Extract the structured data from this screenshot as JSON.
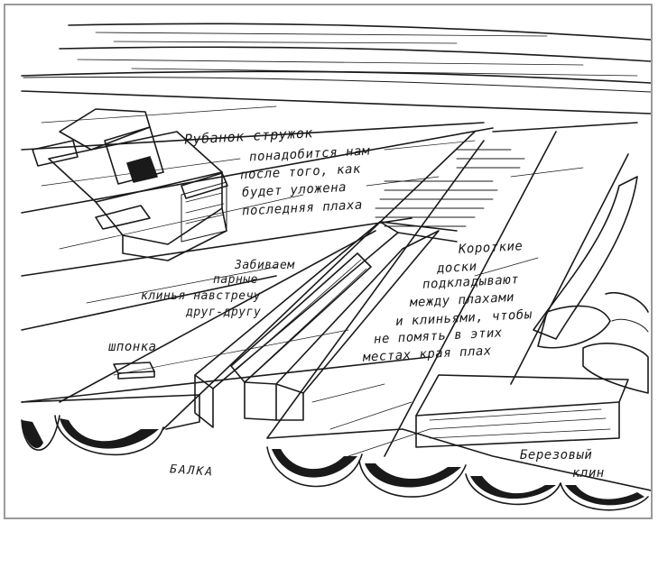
{
  "labels": {
    "plane_1": "Рубанок стружок",
    "plane_2": "понадобится нам",
    "plane_3": "после того, как",
    "plane_4": "будет уложена",
    "plane_5": "последняя плаха",
    "wedges_1": "Забиваем",
    "wedges_2": "парные",
    "wedges_3": "клинья навстречу",
    "wedges_4": "друг-другу",
    "short_1": "Короткие",
    "short_2": "доски",
    "short_3": "подкладывают",
    "short_4": "между плахами",
    "short_5": "и клиньями, чтобы",
    "short_6": "не помять в этих",
    "short_7": "местах края плах",
    "dowel": "шпонка",
    "beam": "БАЛКА",
    "birch_1": "Березовый",
    "birch_2": "клин"
  },
  "colors": {
    "ink": "#1a1a1a",
    "paper": "#ffffff",
    "frame": "#9a9a9a"
  }
}
